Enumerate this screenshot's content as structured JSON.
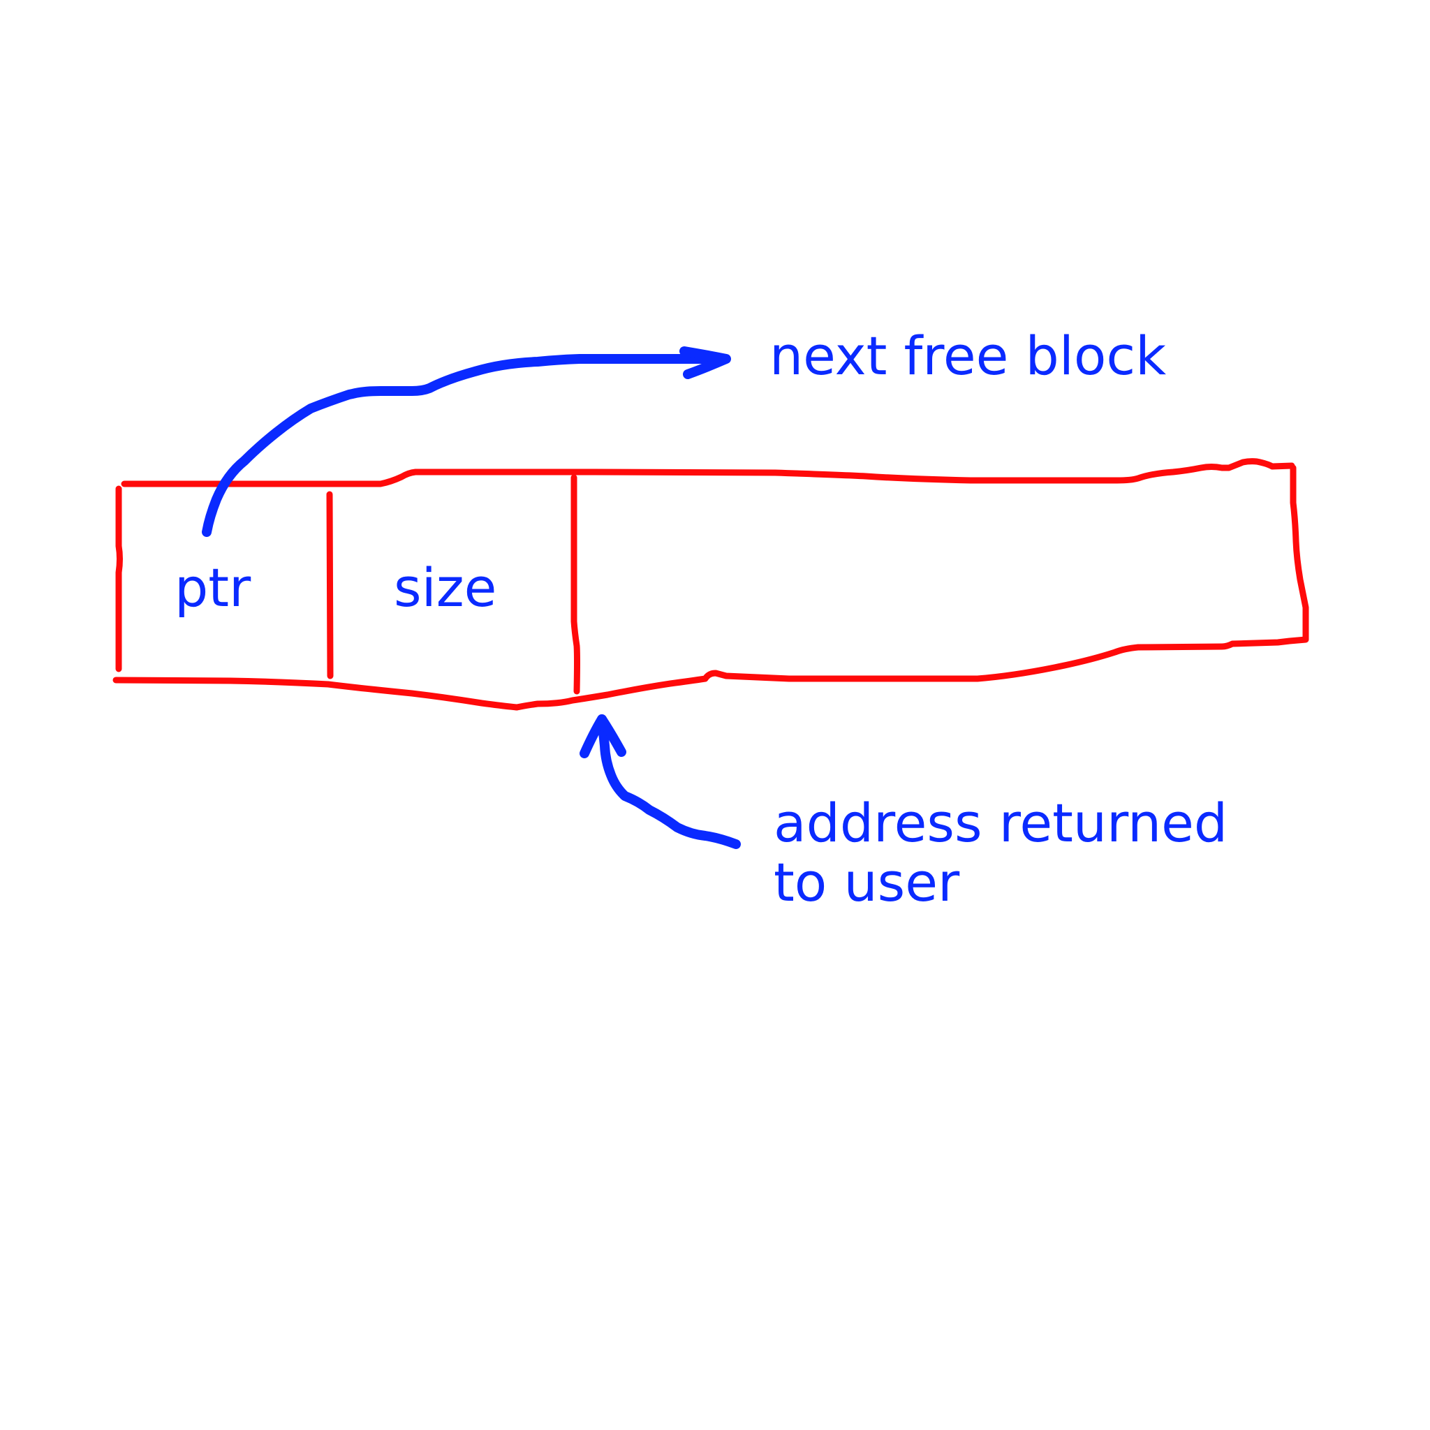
{
  "colors": {
    "block_outline": "#ff0a0a",
    "annotation": "#0a2aff",
    "background": "#ffffff"
  },
  "block": {
    "fields": [
      {
        "label": "ptr"
      },
      {
        "label": "size"
      }
    ]
  },
  "annotations": {
    "next_free_block": "next free block",
    "address_returned_line1": "address returned",
    "address_returned_line2": "to user"
  }
}
